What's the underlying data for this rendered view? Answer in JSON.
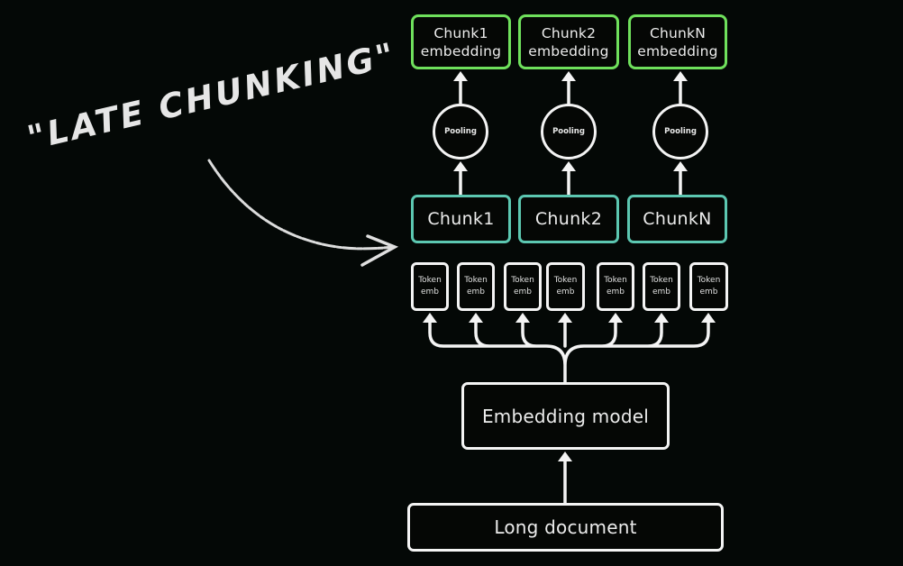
{
  "title": "\"LATE CHUNKING\"",
  "colors": {
    "background": "#040806",
    "chunk_embedding_border": "#6fe05c",
    "chunk_border": "#5cc7b1",
    "neutral_border": "#f4f4f4"
  },
  "chunk_embeddings": [
    {
      "line1": "Chunk1",
      "line2": "embedding"
    },
    {
      "line1": "Chunk2",
      "line2": "embedding"
    },
    {
      "line1": "ChunkN",
      "line2": "embedding"
    }
  ],
  "pooling": [
    {
      "label": "Pooling"
    },
    {
      "label": "Pooling"
    },
    {
      "label": "Pooling"
    }
  ],
  "chunks": [
    {
      "label": "Chunk1"
    },
    {
      "label": "Chunk2"
    },
    {
      "label": "ChunkN"
    }
  ],
  "token_embeddings": [
    {
      "line1": "Token",
      "line2": "emb"
    },
    {
      "line1": "Token",
      "line2": "emb"
    },
    {
      "line1": "Token",
      "line2": "emb"
    },
    {
      "line1": "Token",
      "line2": "emb"
    },
    {
      "line1": "Token",
      "line2": "emb"
    },
    {
      "line1": "Token",
      "line2": "emb"
    },
    {
      "line1": "Token",
      "line2": "emb"
    }
  ],
  "embedding_model": {
    "label": "Embedding model"
  },
  "long_document": {
    "label": "Long document"
  }
}
